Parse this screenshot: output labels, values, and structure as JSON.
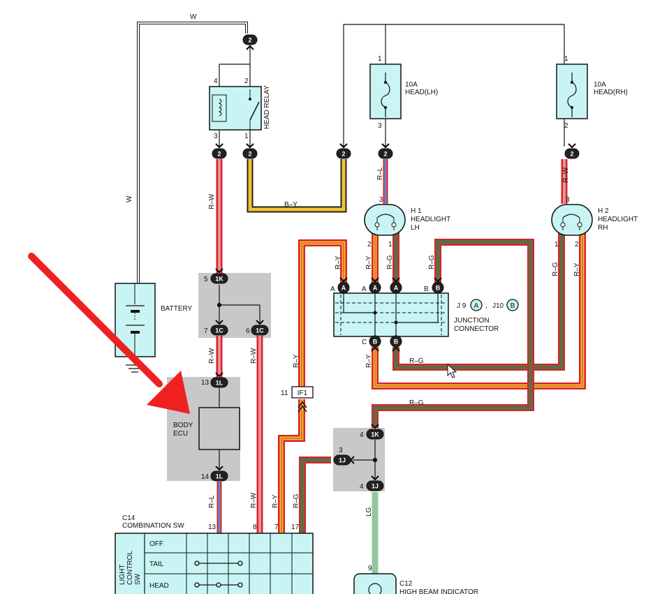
{
  "relay": {
    "name": "HEAD RELAY",
    "pins": {
      "top": "2",
      "coil_top": "4",
      "switch_top": "2",
      "coil_bottom": "3",
      "switch_bottom": "1"
    }
  },
  "fuses": {
    "lh": {
      "name": "10A",
      "sub": "HEAD(LH)",
      "pin_top": "1",
      "pin_bottom": "3"
    },
    "rh": {
      "name": "10A",
      "sub": "HEAD(RH)",
      "pin_top": "1",
      "pin_bottom": "2"
    }
  },
  "headlights": {
    "h1": {
      "id": "H 1",
      "line1": "HEADLIGHT",
      "line2": "LH",
      "pin_top": "3",
      "pin_left": "2",
      "pin_right": "1"
    },
    "h2": {
      "id": "H 2",
      "line1": "HEADLIGHT",
      "line2": "RH",
      "pin_top": "3",
      "pin_left": "1",
      "pin_right": "2"
    }
  },
  "connectors": {
    "c2": "2",
    "c1k": "1K",
    "c1c": "1C",
    "c1l": "1L",
    "c1j": "1J",
    "ca": "A",
    "cb": "B",
    "cc": "C",
    "if1": "IF1",
    "p5": "5",
    "p7": "7",
    "p6": "6",
    "p13": "13",
    "p14": "14",
    "p11": "11",
    "p4": "4",
    "p3": "3"
  },
  "junction": {
    "line1": "JUNCTION",
    "line2": "CONNECTOR",
    "ref_j9": "J 9",
    "ref_sep": ",",
    "ref_j10": "J10",
    "pin_a": "A",
    "pin_b": "B",
    "pin_c": "C"
  },
  "battery": {
    "name": "BATTERY"
  },
  "body_ecu": {
    "line1": "BODY",
    "line2": "ECU"
  },
  "combination_sw": {
    "id": "C14",
    "name": "COMBINATION SW",
    "side_label": [
      "LIGHT",
      "CONTROL",
      "SW"
    ],
    "rows": [
      "OFF",
      "TAIL",
      "HEAD"
    ],
    "pins": [
      "13",
      "8",
      "7",
      "17"
    ]
  },
  "indicator": {
    "id": "C12",
    "name": "HIGH BEAM INDICATOR",
    "pin": "9"
  },
  "wire_labels": {
    "w": "W",
    "rw": "R–W",
    "by": "B–Y",
    "rl": "R–L",
    "ry": "R–Y",
    "rg": "R–G",
    "lg": "LG"
  },
  "colors": {
    "red": "#d8232a",
    "yellow": "#f2c230",
    "green": "#2e8b4e",
    "lightgreen": "#93c79b",
    "blue": "#5b8fd6",
    "component_fill": "#c8f4f4",
    "grey_box": "#c8c8c8",
    "arrow": "#ee2020"
  }
}
